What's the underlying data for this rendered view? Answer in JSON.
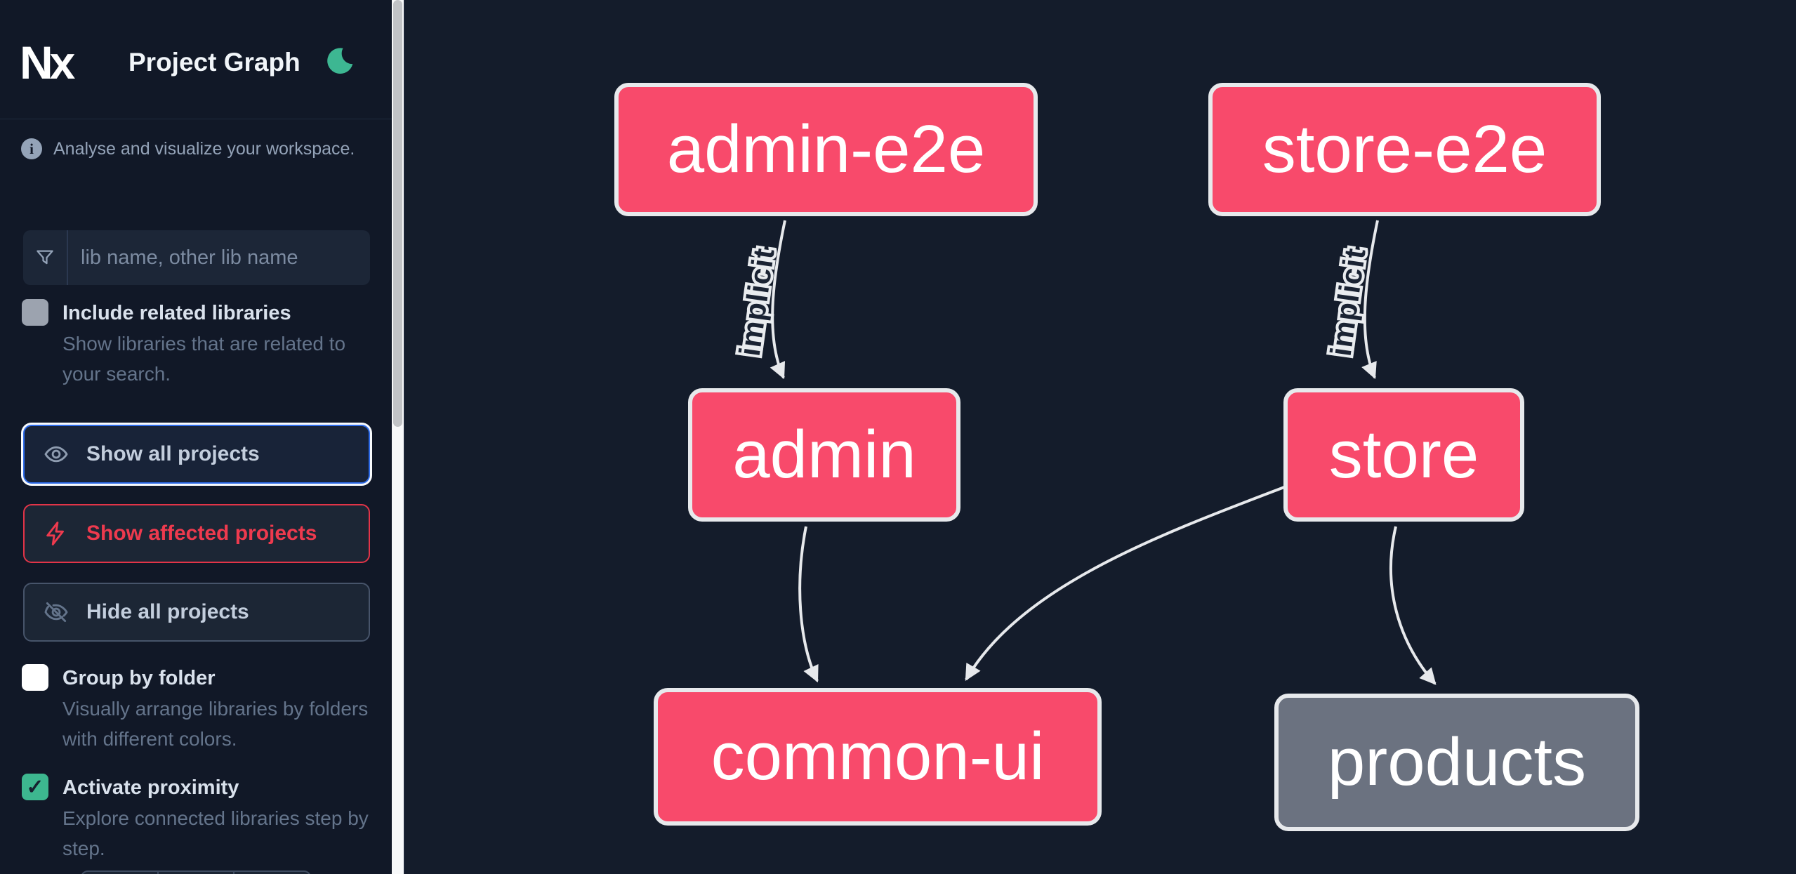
{
  "header": {
    "logo_text": "Nx",
    "title": "Project Graph"
  },
  "sidebar": {
    "tagline": "Analyse and visualize your workspace.",
    "search_placeholder": "lib name, other lib name",
    "options": [
      {
        "label": "Include related libraries",
        "description": "Show libraries that are related to your search.",
        "checked": false
      },
      {
        "label": "Group by folder",
        "description": "Visually arrange libraries by folders with different colors.",
        "checked": false
      },
      {
        "label": "Activate proximity",
        "description": "Explore connected libraries step by step.",
        "checked": true
      }
    ],
    "checkmark": "✓",
    "actions": [
      {
        "label": "Show all projects"
      },
      {
        "label": "Show affected projects"
      },
      {
        "label": "Hide all projects"
      }
    ]
  },
  "graph": {
    "nodes": [
      {
        "id": "admin-e2e",
        "label": "admin-e2e",
        "type": "e2e-app",
        "color": "#f84a6b"
      },
      {
        "id": "store-e2e",
        "label": "store-e2e",
        "type": "e2e-app",
        "color": "#f84a6b"
      },
      {
        "id": "admin",
        "label": "admin",
        "type": "app",
        "color": "#f84a6b"
      },
      {
        "id": "store",
        "label": "store",
        "type": "app",
        "color": "#f84a6b"
      },
      {
        "id": "common-ui",
        "label": "common-ui",
        "type": "lib",
        "color": "#f84a6b"
      },
      {
        "id": "products",
        "label": "products",
        "type": "lib",
        "color": "#6b7280"
      }
    ],
    "edges": [
      {
        "from": "admin-e2e",
        "to": "admin",
        "label": "implicit"
      },
      {
        "from": "store-e2e",
        "to": "store",
        "label": "implicit"
      },
      {
        "from": "admin",
        "to": "common-ui",
        "label": ""
      },
      {
        "from": "store",
        "to": "common-ui",
        "label": ""
      },
      {
        "from": "store",
        "to": "products",
        "label": ""
      }
    ]
  },
  "colors": {
    "accent_green": "#35b78e",
    "node_pink": "#f84a6b",
    "node_gray": "#6b7280",
    "edge": "#e7e9ec",
    "focus_blue": "#2e6ceb",
    "danger_red": "#ee3a4e",
    "sidebar_bg": "#111827",
    "canvas_bg": "#141c2b"
  }
}
